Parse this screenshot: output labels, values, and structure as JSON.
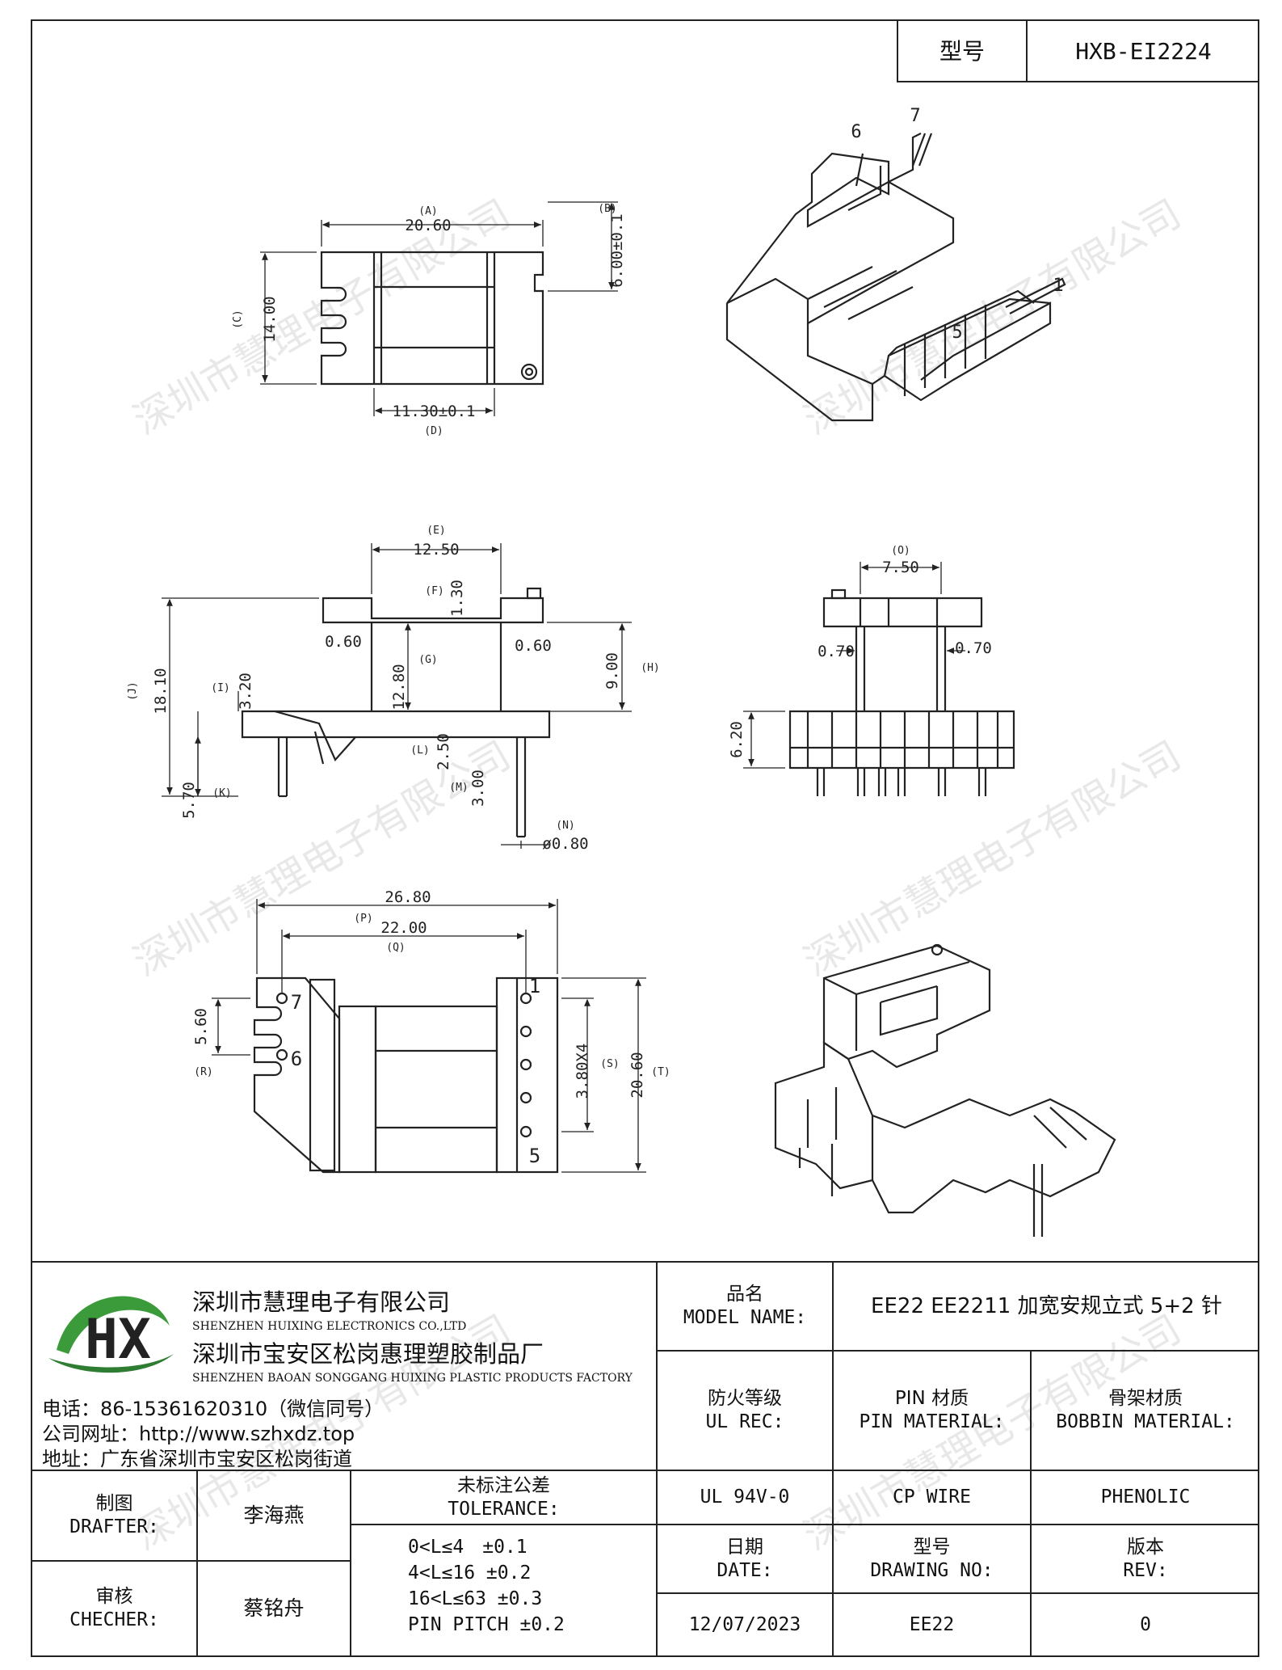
{
  "header": {
    "model_label": "型号",
    "model_value": "HXB-EI2224"
  },
  "watermark_text": "深圳市慧理电子有限公司",
  "views": {
    "top": {
      "dim_a": "20.60",
      "tag_a": "(A)",
      "dim_b": "6.00±0.1",
      "tag_b": "(B)",
      "dim_c": "14.00",
      "tag_c": "(C)",
      "dim_d": "11.30±0.1",
      "tag_d": "(D)"
    },
    "front": {
      "dim_e": "12.50",
      "tag_e": "(E)",
      "dim_f": "1.30",
      "tag_f": "(F)",
      "dim_g": "12.80",
      "tag_g": "(G)",
      "dim_h": "9.00",
      "tag_h": "(H)",
      "dim_i": "3.20",
      "tag_i": "(I)",
      "dim_j": "18.10",
      "tag_j": "(J)",
      "dim_k": "5.70",
      "tag_k": "(K)",
      "dim_l": "2.50",
      "tag_l": "(L)",
      "dim_m": "3.00",
      "tag_m": "(M)",
      "dim_n": "ø0.80",
      "tag_n": "(N)",
      "gap_left": "0.60",
      "gap_right": "0.60"
    },
    "side": {
      "dim_o": "7.50",
      "tag_o": "(O)",
      "gap_left": "0.70",
      "gap_right": "0.70",
      "height": "6.20"
    },
    "bottom": {
      "dim_overall": "26.80",
      "dim_p": "22.00",
      "tag_p": "(P)",
      "tag_q": "(Q)",
      "dim_r": "5.60",
      "tag_r": "(R)",
      "dim_s": "3.80X4",
      "tag_s": "(S)",
      "dim_t": "20.60",
      "tag_t": "(T)",
      "pin_1": "1",
      "pin_5": "5",
      "pin_6": "6",
      "pin_7": "7"
    },
    "iso": {
      "pin_1": "1",
      "pin_5": "5",
      "pin_6": "6",
      "pin_7": "7"
    }
  },
  "company": {
    "name_cn": "深圳市慧理电子有限公司",
    "name_en": "SHENZHEN HUIXING ELECTRONICS CO.,LTD",
    "factory_cn": "深圳市宝安区松岗惠理塑胶制品厂",
    "factory_en": "SHENZHEN BAOAN SONGGANG HUIXING PLASTIC PRODUCTS FACTORY",
    "phone": "电话：86-15361620310（微信同号）",
    "website": "公司网址：http://www.szhxdz.top",
    "address": "地址：广东省深圳市宝安区松岗街道",
    "logo_letters": "HX"
  },
  "title_block": {
    "product_name_label_cn": "品名",
    "product_name_label_en": "MODEL NAME:",
    "product_name_value": "EE22 EE2211 加宽安规立式 5+2 针",
    "ul_label_cn": "防火等级",
    "ul_label_en": "UL REC:",
    "pin_label_cn": "PIN 材质",
    "pin_label_en": "PIN MATERIAL:",
    "bobbin_label_cn": "骨架材质",
    "bobbin_label_en": "BOBBIN MATERIAL:",
    "ul_value": "UL 94V-0",
    "pin_value": "CP WIRE",
    "bobbin_value": "PHENOLIC",
    "drafter_label_cn": "制图",
    "drafter_label_en": "DRAFTER:",
    "drafter_value": "李海燕",
    "checker_label_cn": "审核",
    "checker_label_en": "CHECHER:",
    "checker_value": "蔡铭舟",
    "tolerance_label_cn": "未标注公差",
    "tolerance_label_en": "TOLERANCE:",
    "tolerances": [
      "0<L≤4　±0.1",
      "4<L≤16 ±0.2",
      "16<L≤63 ±0.3",
      "PIN PITCH ±0.2"
    ],
    "date_label_cn": "日期",
    "date_label_en": "DATE:",
    "date_value": "12/07/2023",
    "drawing_label_cn": "型号",
    "drawing_label_en": "DRAWING NO:",
    "drawing_value": "EE22",
    "rev_label_cn": "版本",
    "rev_label_en": "REV:",
    "rev_value": "0"
  }
}
